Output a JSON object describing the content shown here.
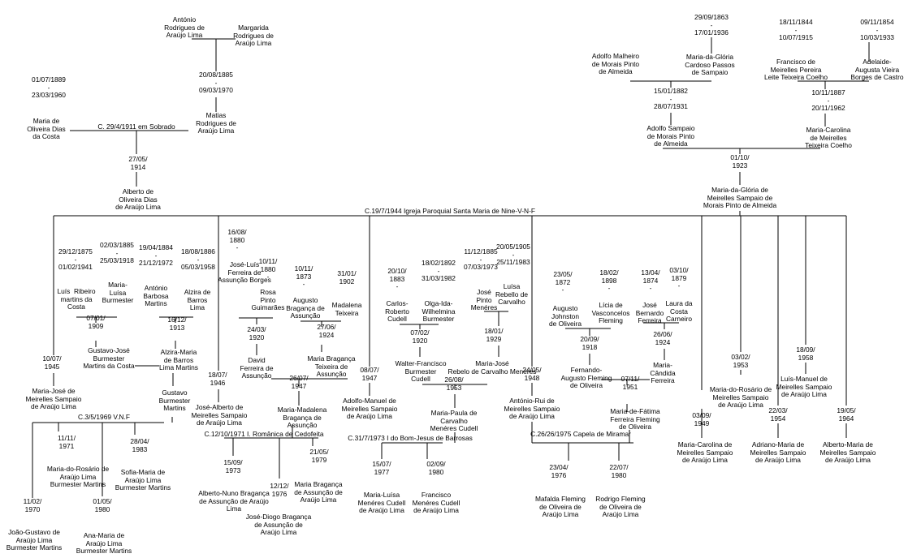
{
  "people": [
    {
      "id": "p1",
      "text": "António\nRodrigues de\nAraújo Lima"
    },
    {
      "id": "p2",
      "text": "Margarida\nRodrigues de\nAraújo Lima"
    },
    {
      "id": "p3",
      "text": "20/08/1885\n-\n09/03/1970"
    },
    {
      "id": "p4",
      "text": "Matias\nRodrigues de\nAraújo Lima"
    },
    {
      "id": "p5",
      "text": "01/07/1889\n-\n23/03/1960"
    },
    {
      "id": "p6",
      "text": "Maria de\nOliveira Dias\nda Costa"
    },
    {
      "id": "p7",
      "text": "27/05/\n1914"
    },
    {
      "id": "p8",
      "text": "Alberto de\nOliveira Dias\nde Araújo Lima"
    },
    {
      "id": "p9",
      "text": "29/09/1863\n-\n17/01/1936"
    },
    {
      "id": "p10",
      "text": "Maria-da-Glória\nCardoso Passos\nde Sampaio"
    },
    {
      "id": "p11",
      "text": "Adolfo Malheiro\nde Morais Pinto\nde Almeida"
    },
    {
      "id": "p12",
      "text": "18/11/1844\n-\n10/07/1915"
    },
    {
      "id": "p13",
      "text": "Francisco de\nMeirelles Pereira\nLeite Teixeira Coelho"
    },
    {
      "id": "p14",
      "text": "09/11/1854\n-\n10/03/1933"
    },
    {
      "id": "p15",
      "text": "Adelaide-\nAugusta Vieira\nBorges de Castro"
    },
    {
      "id": "p16",
      "text": "15/01/1882\n-\n28/07/1931"
    },
    {
      "id": "p17",
      "text": "Adolfo Sampaio\nde Morais Pinto\nde Almeida"
    },
    {
      "id": "p18",
      "text": "10/11/1887\n-\n20/11/1962"
    },
    {
      "id": "p19",
      "text": "Maria-Carolina\nde Meirelles\nTeixeira Coelho"
    },
    {
      "id": "p20",
      "text": "01/10/\n1923"
    },
    {
      "id": "p21",
      "text": "Maria-da-Glória de\nMeirelles Sampaio de\nMorais Pinto de Almeida"
    },
    {
      "id": "p22",
      "text": "29/12/1875\n-\n01/02/1941"
    },
    {
      "id": "p23",
      "text": "Luís  Ribeiro\nmartins da\nCosta"
    },
    {
      "id": "p24",
      "text": "02/03/1885\n-\n25/03/1918"
    },
    {
      "id": "p25",
      "text": "Maria-\nLuísa\nBurmester"
    },
    {
      "id": "p26",
      "text": "07/01/\n1909"
    },
    {
      "id": "p27",
      "text": "Gustavo-José\nBurmester\nMartins da Costa"
    },
    {
      "id": "p28",
      "text": "19/04/1884\n-\n21/12/1972"
    },
    {
      "id": "p29",
      "text": "António\nBarbosa\nMartins"
    },
    {
      "id": "p30",
      "text": "18/08/1886\n-\n05/03/1958"
    },
    {
      "id": "p31",
      "text": "Alzira de\nBarros\nLima"
    },
    {
      "id": "p32",
      "text": "16/12/\n1913"
    },
    {
      "id": "p33",
      "text": "Alzira-Maria\nde Barros\nLima Martins"
    },
    {
      "id": "p34",
      "text": "Gustavo\nBurmester\nMartins"
    },
    {
      "id": "p35",
      "text": "10/07/\n1945"
    },
    {
      "id": "p36",
      "text": "Maria-José de\nMeirelles Sampaio\nde Araújo Lima"
    },
    {
      "id": "p37",
      "text": "16/08/\n1880\n-"
    },
    {
      "id": "p38",
      "text": "José-Luís\nFerreira de\nAssunção Borges"
    },
    {
      "id": "p39",
      "text": "10/11/\n1880\n-"
    },
    {
      "id": "p40",
      "text": "Rosa\nPinto\nGuimarães"
    },
    {
      "id": "p41",
      "text": "24/03/\n1920"
    },
    {
      "id": "p42",
      "text": "David\nFerreira de\nAssunção"
    },
    {
      "id": "p43",
      "text": "10/11/\n1873\n-"
    },
    {
      "id": "p44",
      "text": "Augusto\nBragança de\nAssunção"
    },
    {
      "id": "p45",
      "text": "31/01/\n1902"
    },
    {
      "id": "p46",
      "text": "Madalena\nTeixeira"
    },
    {
      "id": "p47",
      "text": "27/06/\n1924"
    },
    {
      "id": "p48",
      "text": "Maria Bragança\nTeixeira de\nAssunção"
    },
    {
      "id": "p49",
      "text": "18/07/\n1946"
    },
    {
      "id": "p50",
      "text": "José-Alberto de\nMeirelles Sampaio\nde Araújo Lima"
    },
    {
      "id": "p51",
      "text": "26/07/\n1947"
    },
    {
      "id": "p52",
      "text": "Maria-Madalena\nBragança de\nAssunção"
    },
    {
      "id": "p53",
      "text": "20/10/\n1883\n-"
    },
    {
      "id": "p54",
      "text": "Carlos-\nRoberto\nCudell"
    },
    {
      "id": "p55",
      "text": "18/02/1892\n-\n31/03/1982"
    },
    {
      "id": "p56",
      "text": "Olga-Ida-\nWilhelmina\nBurmester"
    },
    {
      "id": "p57",
      "text": "07/02/\n1920"
    },
    {
      "id": "p58",
      "text": "Walter-Francisco\nBurmester\nCudell"
    },
    {
      "id": "p59",
      "text": "11/12/1885\n-\n07/03/1973"
    },
    {
      "id": "p60",
      "text": "José\nPinto\nMenéres"
    },
    {
      "id": "p61",
      "text": "20/05/1905\n-\n25/11/1983"
    },
    {
      "id": "p62",
      "text": "Luísa\nRebello de\nCarvalho"
    },
    {
      "id": "p63",
      "text": "18/01/\n1929"
    },
    {
      "id": "p64",
      "text": "Maria-José\nRebelo de Carvalho Menéres"
    },
    {
      "id": "p65",
      "text": "08/07/\n1947"
    },
    {
      "id": "p66",
      "text": "Adolfo-Manuel de\nMeirelles Sampaio\nde Araújo Lima"
    },
    {
      "id": "p67",
      "text": "26/08/\n1953"
    },
    {
      "id": "p68",
      "text": "Maria-Paula de\nCarvalho\nMenéres Cudell"
    },
    {
      "id": "p69",
      "text": "23/05/\n1872\n-"
    },
    {
      "id": "p70",
      "text": "Augusto\nJohnston\nde Oliveira"
    },
    {
      "id": "p71",
      "text": "18/02/\n1898\n-"
    },
    {
      "id": "p72",
      "text": "Lícia de\nVasconcelos\nFleming"
    },
    {
      "id": "p73",
      "text": "20/09/\n1918"
    },
    {
      "id": "p74",
      "text": "Fernando-\nAugusto Fleming\nde Oliveira"
    },
    {
      "id": "p75",
      "text": "13/04/\n1874\n-"
    },
    {
      "id": "p76",
      "text": "José\nBernardo\nFerreira"
    },
    {
      "id": "p77",
      "text": "03/10/\n1879\n-"
    },
    {
      "id": "p78",
      "text": "Laura da\nCosta\nCarneiro"
    },
    {
      "id": "p79",
      "text": "26/06/\n1924"
    },
    {
      "id": "p80",
      "text": "Maria-\nCândida\nFerreira"
    },
    {
      "id": "p81",
      "text": "24/05/\n1948"
    },
    {
      "id": "p82",
      "text": "António-Rui de\nMeirelles Sampaio\nde Araújo Lima"
    },
    {
      "id": "p83",
      "text": "07/11/\n1951"
    },
    {
      "id": "p84",
      "text": "Maria-de-Fátima\nFerreira Fleming\nde Oliveira"
    },
    {
      "id": "p85",
      "text": "03/09/\n1949"
    },
    {
      "id": "p86",
      "text": "Maria-Carolina de\nMeirelles Sampaio\nde Araújo Lima"
    },
    {
      "id": "p87",
      "text": "03/02/\n1953"
    },
    {
      "id": "p88",
      "text": "Maria-do-Rosário de\nMeirelles Sampaio\nde Araújo Lima"
    },
    {
      "id": "p89",
      "text": "22/03/\n1954"
    },
    {
      "id": "p90",
      "text": "Adriano-Maria de\nMeirelles Sampaio\nde Araújo Lima"
    },
    {
      "id": "p91",
      "text": "18/09/\n1958"
    },
    {
      "id": "p92",
      "text": "Luís-Manuel de\nMeirelles Sampaio\nde Araújo Lima"
    },
    {
      "id": "p93",
      "text": "19/05/\n1964"
    },
    {
      "id": "p94",
      "text": "Alberto-Maria de\nMeirelles Sampaio\nde Araújo Lima"
    },
    {
      "id": "p95",
      "text": "11/11/\n1971"
    },
    {
      "id": "p96",
      "text": "Maria-do-Rosário de\nAraújo Lima\nBurmester Martins"
    },
    {
      "id": "p97",
      "text": "28/04/\n1983"
    },
    {
      "id": "p98",
      "text": "Sofia-Maria de\nAraújo Lima\nBurmester Martins"
    },
    {
      "id": "p99",
      "text": "11/02/\n1970"
    },
    {
      "id": "p100",
      "text": "João-Gustavo de\nAraújo Lima\nBurmester Martins"
    },
    {
      "id": "p101",
      "text": "01/05/\n1980"
    },
    {
      "id": "p102",
      "text": "Ana-Maria de\nAraújo Lima\nBurmester Martins"
    },
    {
      "id": "p103",
      "text": "15/09/\n1973"
    },
    {
      "id": "p104",
      "text": "Alberto-Nuno Bragança\nde Assunção de Araújo\nLima"
    },
    {
      "id": "p105",
      "text": "12/12/\n1976"
    },
    {
      "id": "p106",
      "text": "José-Diogo Bragança\nde Assunção de\nAraújo Lima"
    },
    {
      "id": "p107",
      "text": "21/05/\n1979"
    },
    {
      "id": "p108",
      "text": "Maria Bragança\nde Assunção de\nAraújo Lima"
    },
    {
      "id": "p109",
      "text": "15/07/\n1977"
    },
    {
      "id": "p110",
      "text": "Maria-Luísa\nMenéres Cudell\nde Araújo Lima"
    },
    {
      "id": "p111",
      "text": "02/09/\n1980"
    },
    {
      "id": "p112",
      "text": "Francisco\nMenéres Cudell\nde Araújo Lima"
    },
    {
      "id": "p113",
      "text": "23/04/\n1976"
    },
    {
      "id": "p114",
      "text": "Mafalda Fleming\nde Oliveira de\nAraújo Lima"
    },
    {
      "id": "p115",
      "text": "22/07/\n1980"
    },
    {
      "id": "p116",
      "text": "Rodrigo Fleming\nde Oliveira de\nAraújo Lima"
    }
  ],
  "marriages": [
    {
      "id": "m1",
      "text": "C. 29/4/1911 em Sobrado"
    },
    {
      "id": "m2",
      "text": "C.19/7/1944 Igreja Paroquial Santa Maria de Nine-V-N-F"
    },
    {
      "id": "m3",
      "text": "C.3/5/1969 V.N.F"
    },
    {
      "id": "m4",
      "text": "C.12/10/1971 I. Românica de Cedofeita"
    },
    {
      "id": "m5",
      "text": "C.31/7/1973 I do Bom-Jesus de Barrosas"
    },
    {
      "id": "m6",
      "text": "C.26/26/1975 Capela de Miramar"
    }
  ]
}
